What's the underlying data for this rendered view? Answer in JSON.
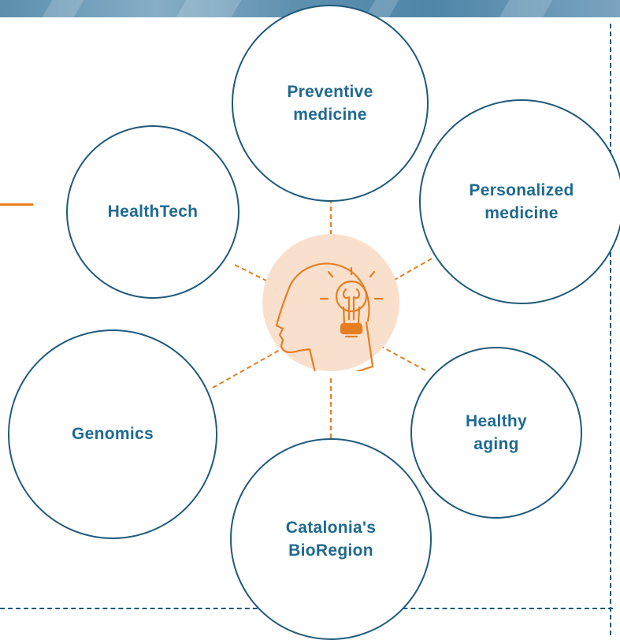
{
  "colors": {
    "outline": "#1f5a7a",
    "label": "#1f6a8f",
    "accent": "#e67e22",
    "hub_fill": "#f9e0cd"
  },
  "hub": {
    "icon": "head-with-lightbulb-icon"
  },
  "nodes": [
    {
      "id": "preventive-medicine",
      "lines": [
        "Preventive",
        "medicine"
      ]
    },
    {
      "id": "healthtech",
      "lines": [
        "HealthTech"
      ]
    },
    {
      "id": "personalized-medicine",
      "lines": [
        "Personalized",
        "medicine"
      ]
    },
    {
      "id": "genomics",
      "lines": [
        "Genomics"
      ]
    },
    {
      "id": "healthy-aging",
      "lines": [
        "Healthy",
        "aging"
      ]
    },
    {
      "id": "catalonias-bioregion",
      "lines": [
        "Catalonia's",
        "BioRegion"
      ]
    }
  ]
}
